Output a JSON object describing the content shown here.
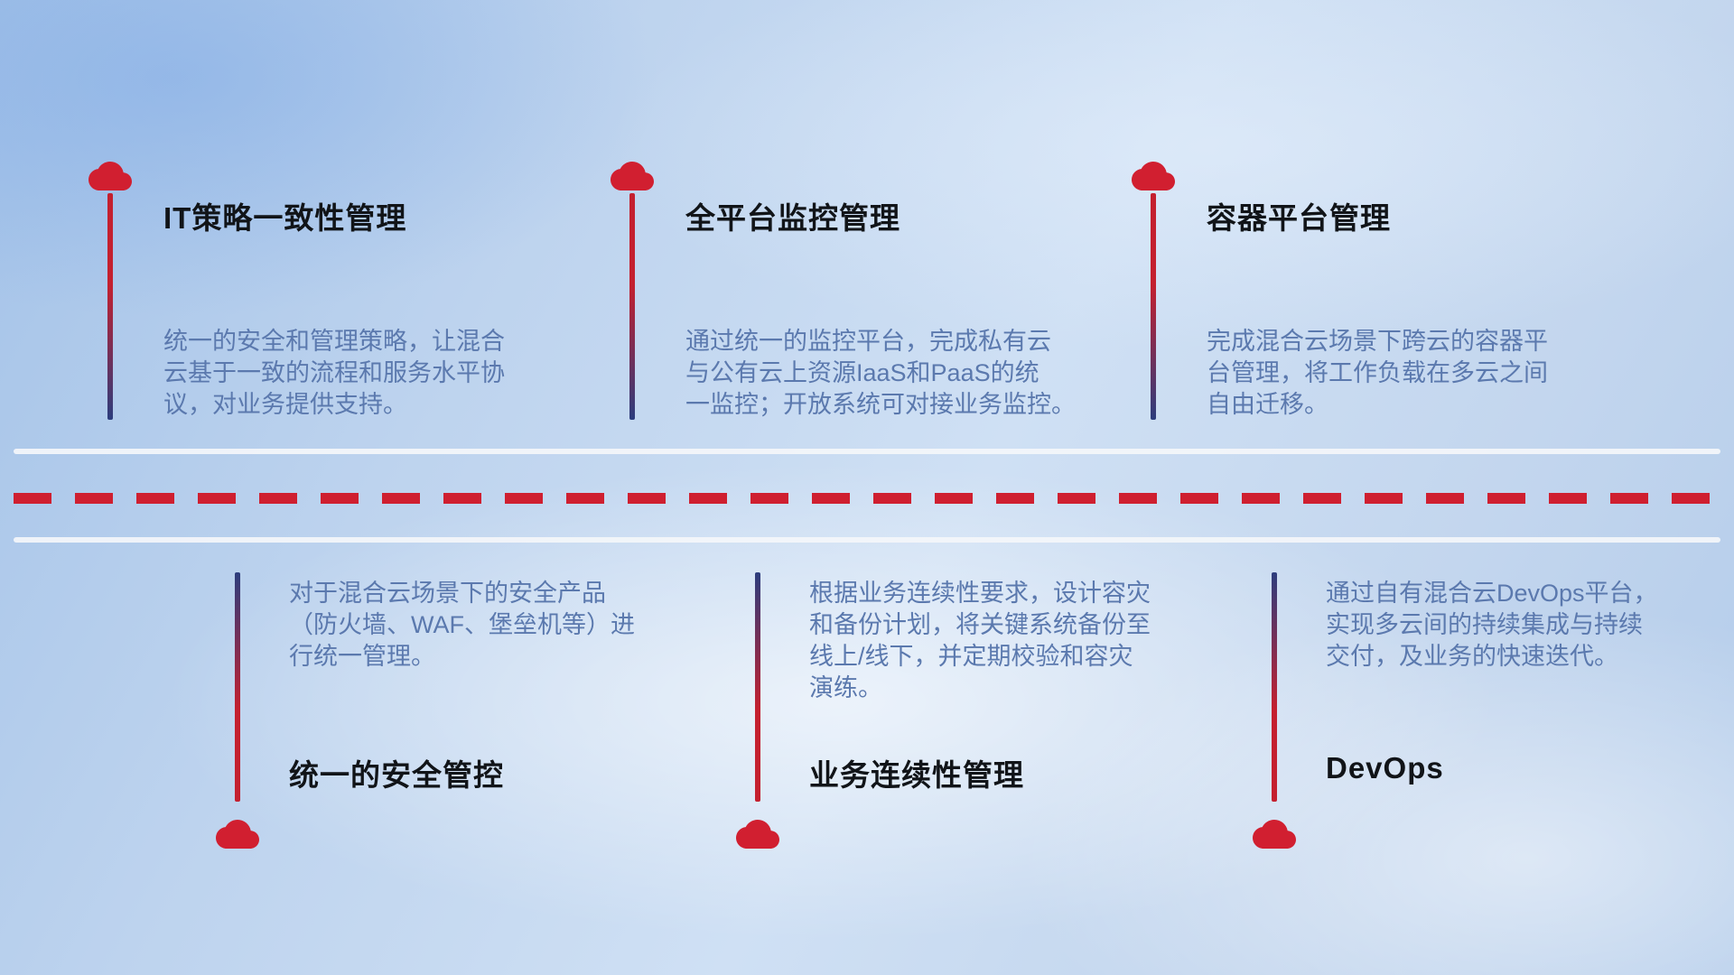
{
  "colors": {
    "cloud_red": "#d11f30",
    "line_red": "#c4202f",
    "line_navy": "#2c3d7d",
    "title_color": "#111418",
    "desc_color": "#5b79ae",
    "divider_white": "#f4f6fa",
    "dash_red": "#cf1f30"
  },
  "top_items": [
    {
      "title": "IT策略一致性管理",
      "desc": "统一的安全和管理策略，让混合\n云基于一致的流程和服务水平协\n议，对业务提供支持。"
    },
    {
      "title": "全平台监控管理",
      "desc": "通过统一的监控平台，完成私有云\n与公有云上资源IaaS和PaaS的统\n一监控；开放系统可对接业务监控。"
    },
    {
      "title": "容器平台管理",
      "desc": "完成混合云场景下跨云的容器平\n台管理，将工作负载在多云之间\n自由迁移。"
    }
  ],
  "bottom_items": [
    {
      "title": "统一的安全管控",
      "desc": "对于混合云场景下的安全产品\n（防火墙、WAF、堡垒机等）进\n行统一管理。"
    },
    {
      "title": "业务连续性管理",
      "desc": "根据业务连续性要求，设计容灾\n和备份计划，将关键系统备份至\n线上/线下，并定期校验和容灾\n演练。"
    },
    {
      "title": "DevOps",
      "desc": "通过自有混合云DevOps平台，\n实现多云间的持续集成与持续\n交付，及业务的快速迭代。"
    }
  ]
}
